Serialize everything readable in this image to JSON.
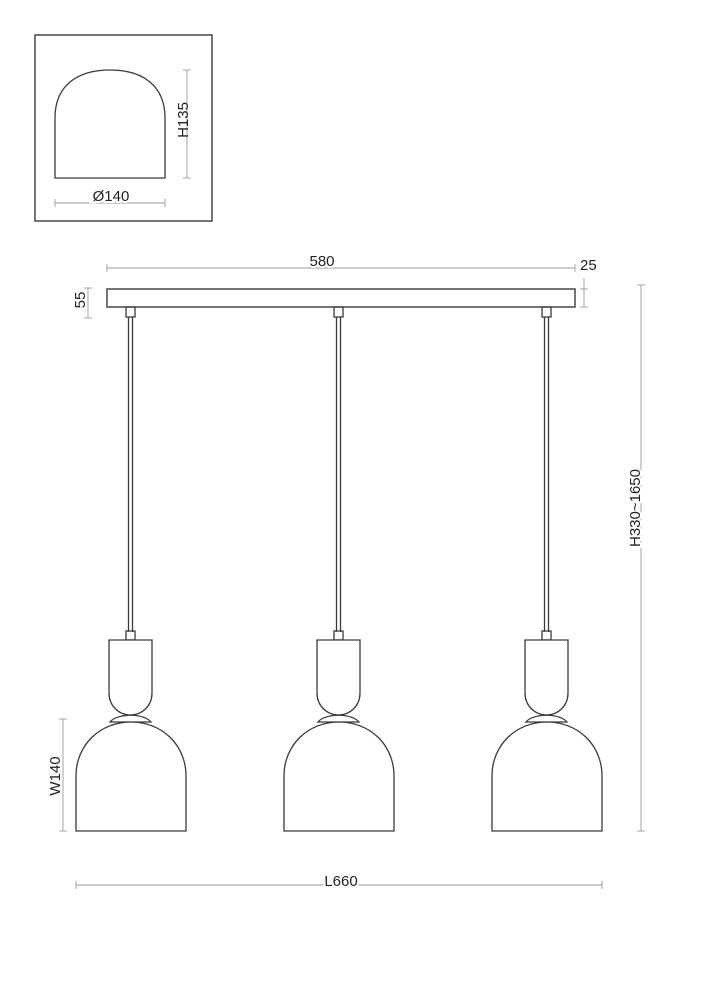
{
  "detail_view": {
    "diameter_label": "Ø140",
    "height_label": "H135"
  },
  "main_view": {
    "canopy_length_label": "580",
    "canopy_thickness_label": "25",
    "canopy_height_label": "55",
    "total_height_label": "H330~1650",
    "shade_width_label": "W140",
    "total_length_label": "L660"
  },
  "pendant_count": 3
}
